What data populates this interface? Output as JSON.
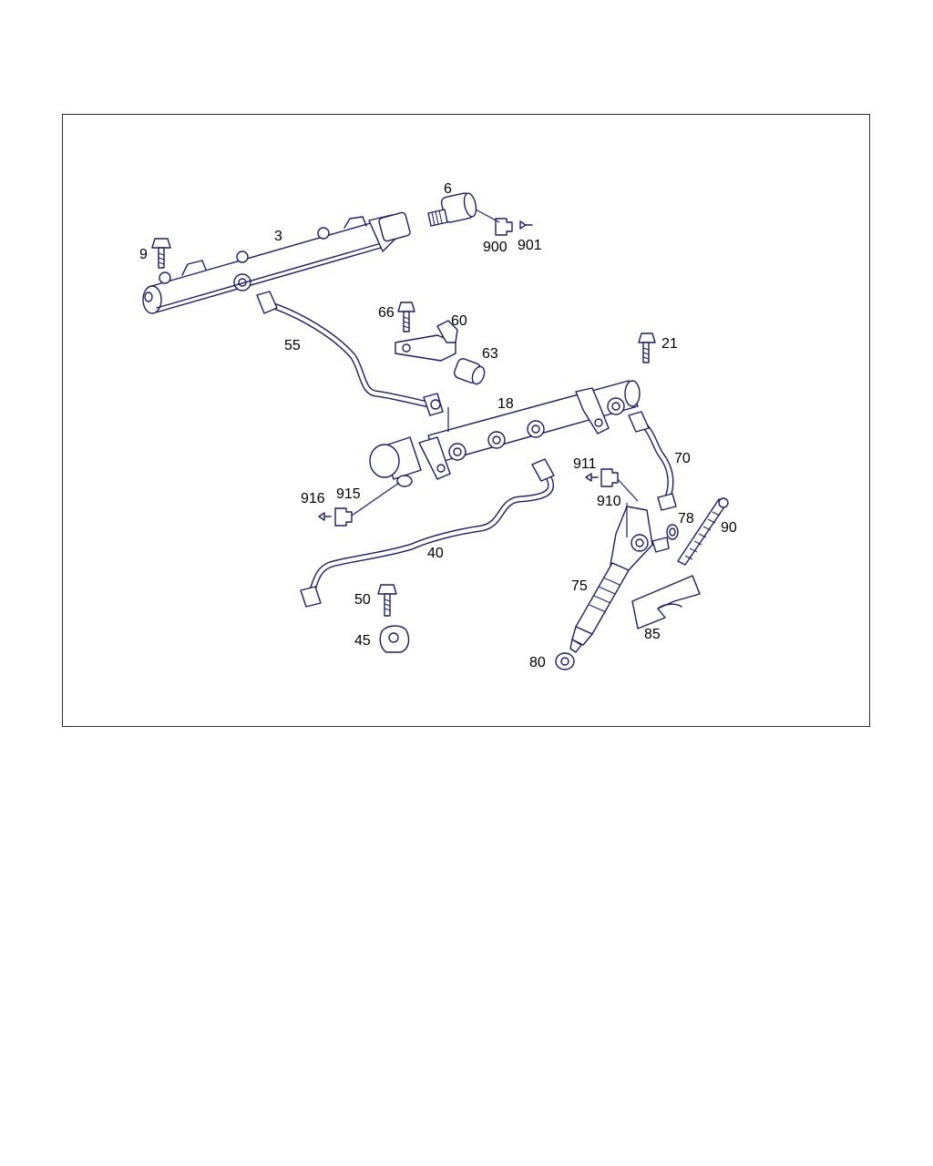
{
  "diagram": {
    "callouts": [
      {
        "id": "c6",
        "label": "6"
      },
      {
        "id": "c3",
        "label": "3"
      },
      {
        "id": "c9",
        "label": "9"
      },
      {
        "id": "c900",
        "label": "900"
      },
      {
        "id": "c901",
        "label": "901"
      },
      {
        "id": "c66",
        "label": "66"
      },
      {
        "id": "c60",
        "label": "60"
      },
      {
        "id": "c55",
        "label": "55"
      },
      {
        "id": "c63",
        "label": "63"
      },
      {
        "id": "c21",
        "label": "21"
      },
      {
        "id": "c18",
        "label": "18"
      },
      {
        "id": "c70",
        "label": "70"
      },
      {
        "id": "c911",
        "label": "911"
      },
      {
        "id": "c910",
        "label": "910"
      },
      {
        "id": "c916",
        "label": "916"
      },
      {
        "id": "c915",
        "label": "915"
      },
      {
        "id": "c78",
        "label": "78"
      },
      {
        "id": "c90",
        "label": "90"
      },
      {
        "id": "c40",
        "label": "40"
      },
      {
        "id": "c75",
        "label": "75"
      },
      {
        "id": "c50",
        "label": "50"
      },
      {
        "id": "c45",
        "label": "45"
      },
      {
        "id": "c85",
        "label": "85"
      },
      {
        "id": "c80",
        "label": "80"
      }
    ]
  }
}
